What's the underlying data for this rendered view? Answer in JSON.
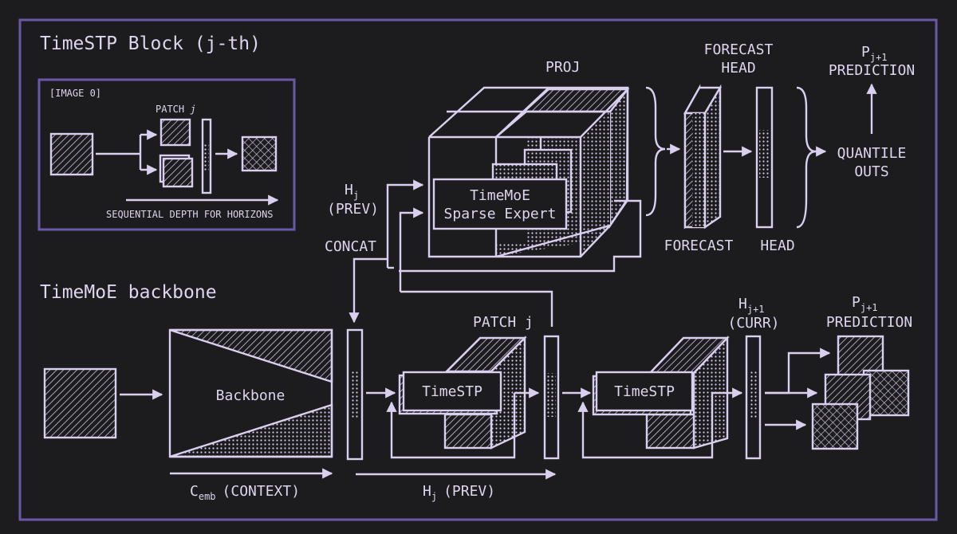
{
  "diagram": {
    "sections": {
      "timestp_block_title": "TimeSTP Block (j-th)",
      "backbone_title": "TimeMoE backbone"
    },
    "inset": {
      "tag": "[IMAGE 0]",
      "patch_label": "PATCH",
      "patch_var": "j",
      "axis_label": "SEQUENTIAL DEPTH FOR HORIZONS"
    },
    "top": {
      "proj_label": "PROJ",
      "expert_line1": "TimeMoE",
      "expert_line2": "Sparse Expert",
      "hj_label": "H",
      "hj_sub": "j",
      "hj_prev": "(PREV)",
      "concat_label": "CONCAT",
      "forecast_head_line1": "FORECAST",
      "forecast_head_line2": "HEAD",
      "forecast_label": "FORECAST",
      "head_label": "HEAD",
      "quantile_line1": "QUANTILE",
      "quantile_line2": "OUTS",
      "pred_p": "P",
      "pred_sub": "j+1",
      "pred_label": "PREDICTION"
    },
    "bottom": {
      "backbone_label": "Backbone",
      "cemb_c": "C",
      "cemb_sub": "emb",
      "cemb_rest": "(CONTEXT)",
      "patch_label": "PATCH j",
      "timestp_1": "TimeSTP",
      "timestp_2": "TimeSTP",
      "hprev_h": "H",
      "hprev_sub": "j",
      "hprev_rest": "(PREV)",
      "hcurr_h": "H",
      "hcurr_sub": "j+1",
      "hcurr_rest": "(CURR)",
      "pred_p": "P",
      "pred_sub": "j+1",
      "pred_label": "PREDICTION"
    },
    "colors": {
      "background": "#1c1b1d",
      "line": "#d9d0f0",
      "frame": "#6a58a8"
    }
  }
}
